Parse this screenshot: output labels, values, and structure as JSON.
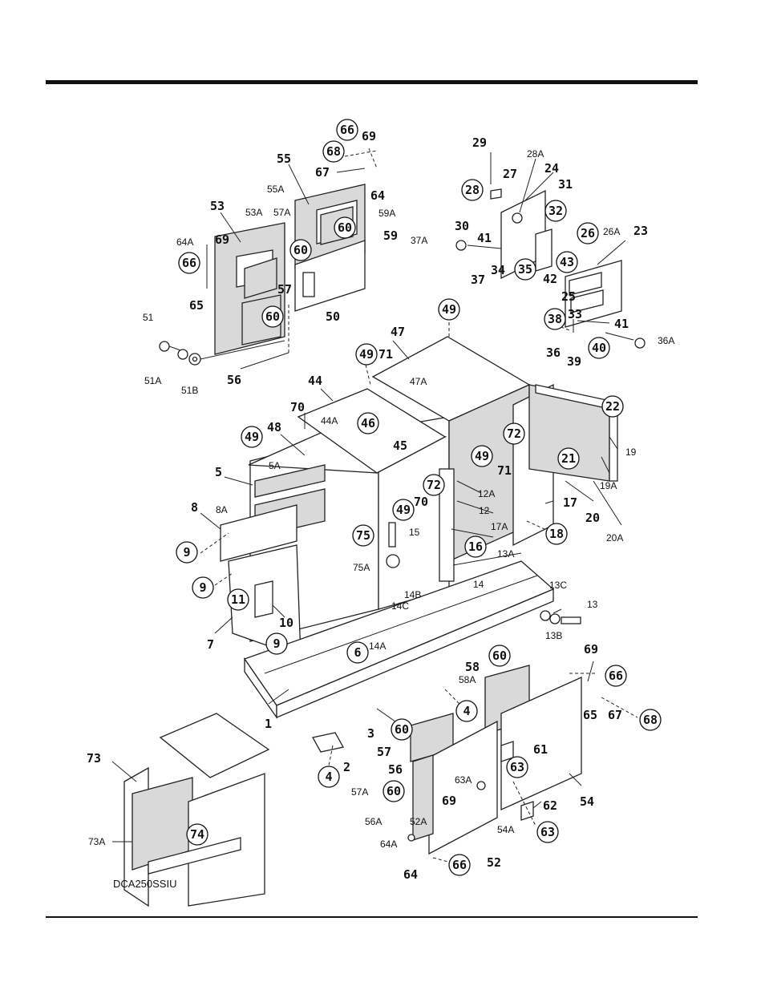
{
  "diagram": {
    "model_label": "DCA250SSIU",
    "callouts": {
      "c66a": "66",
      "c69a": "69",
      "c68a": "68",
      "c55": "55",
      "c67a": "67",
      "c55A": "55A",
      "c64a": "64",
      "c53": "53",
      "c53A": "53A",
      "c57A": "57A",
      "c59A": "59A",
      "c60a": "60",
      "c60b": "60",
      "c59": "59",
      "c64A": "64A",
      "c69b": "69",
      "c66b": "66",
      "c65a": "65",
      "c57": "57",
      "c50": "50",
      "c60c": "60",
      "c51": "51",
      "c51A": "51A",
      "c51B": "51B",
      "c56": "56",
      "c29": "29",
      "c28A": "28A",
      "c24": "24",
      "c27": "27",
      "c28": "28",
      "c31": "31",
      "c32": "32",
      "c30": "30",
      "c37A": "37A",
      "c41a": "41",
      "c26": "26",
      "c26A": "26A",
      "c23": "23",
      "c37": "37",
      "c34": "34",
      "c35": "35",
      "c43": "43",
      "c42": "42",
      "c25": "25",
      "c38": "38",
      "c33": "33",
      "c41b": "41",
      "c36": "36",
      "c39": "39",
      "c40": "40",
      "c36A": "36A",
      "c49a": "49",
      "c47": "47",
      "c49b": "49",
      "c71a": "71",
      "c47A": "47A",
      "c44": "44",
      "c70a": "70",
      "c44A": "44A",
      "c46": "46",
      "c45": "45",
      "c49c": "49",
      "c48": "48",
      "c5A": "5A",
      "c5": "5",
      "c8": "8",
      "c8A": "8A",
      "c9a": "9",
      "c9b": "9",
      "c11": "11",
      "c10": "10",
      "c7": "7",
      "c9c": "9",
      "c72a": "72",
      "c49d": "49",
      "c71b": "71",
      "c22": "22",
      "c19": "19",
      "c21": "21",
      "c19A": "19A",
      "c72b": "72",
      "c70b": "70",
      "c12A": "12A",
      "c12": "12",
      "c17": "17",
      "c20": "20",
      "c20A": "20A",
      "c49e": "49",
      "c75": "75",
      "c15": "15",
      "c17A": "17A",
      "c18": "18",
      "c75A": "75A",
      "c16": "16",
      "c13A": "13A",
      "c14B": "14B",
      "c14": "14",
      "c14C": "14C",
      "c13C": "13C",
      "c13": "13",
      "c13B": "13B",
      "c14A": "14A",
      "c6": "6",
      "c1": "1",
      "c60d": "60",
      "c69c": "69",
      "c58": "58",
      "c58A": "58A",
      "c66c": "66",
      "c4a": "4",
      "c65b": "65",
      "c67b": "67",
      "c68b": "68",
      "c3": "3",
      "c60e": "60",
      "c61": "61",
      "c57b": "57",
      "c56b": "56",
      "c63a": "63",
      "c63A": "63A",
      "c4b": "4",
      "c2": "2",
      "c57Ab": "57A",
      "c60f": "60",
      "c54": "54",
      "c69d": "69",
      "c62": "62",
      "c56A": "56A",
      "c52A": "52A",
      "c54A": "54A",
      "c63b": "63",
      "c64Ab": "64A",
      "c52": "52",
      "c66d": "66",
      "c64b": "64",
      "c73": "73",
      "c73A": "73A",
      "c74": "74"
    }
  }
}
